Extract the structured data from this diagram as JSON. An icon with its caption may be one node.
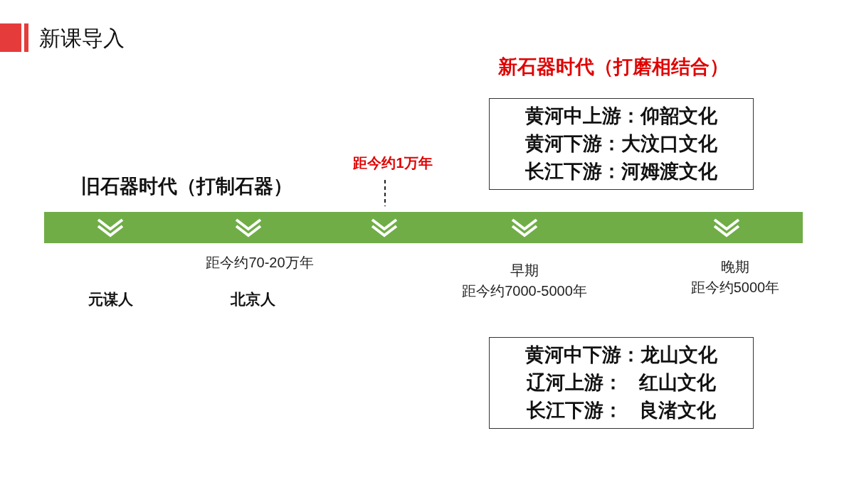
{
  "diagram": {
    "title": "新课导入",
    "nodes": [
      {
        "text": [
          "黄河中上游：仰韶文化",
          "黄河下游：大汶口文化",
          "长江下游：河姆渡文化"
        ]
      },
      {
        "text": [
          "黄河中下游：龙山文化",
          "辽河上游：   红山文化",
          "长江下游：   良渚文化"
        ]
      }
    ],
    "edges": [],
    "labels": [
      "新石器时代（打磨相结合）",
      "距今约1万年",
      "旧石器时代（打制石器）",
      "距今约70-20万年",
      "早期",
      "晚期",
      "距今约7000-5000年",
      "距今约5000年",
      "元谋人",
      "北京人"
    ]
  }
}
